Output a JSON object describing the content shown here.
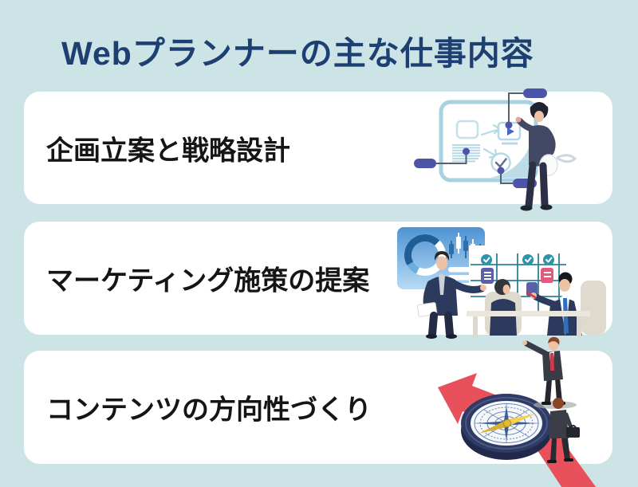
{
  "infographic": {
    "title": "Webプランナーの主な仕事内容"
  },
  "cards": [
    {
      "label": "企画立案と戦略設計",
      "illustration": "person-pointing-at-whiteboard-flowchart"
    },
    {
      "label": "マーケティング施策の提案",
      "illustration": "team-meeting-with-charts-and-task-board"
    },
    {
      "label": "コンテンツの方向性づくり",
      "illustration": "businessmen-with-compass-on-red-arrow"
    }
  ],
  "colors": {
    "background": "#cde4e6",
    "title": "#1e3f72",
    "card_bg": "#ffffff",
    "card_text": "#151515",
    "accent_indigo": "#4d55a8",
    "board_blue": "#a9d2e0",
    "panel_blue": "#4e93d4",
    "check_teal": "#2c93a8",
    "sticky_purple": "#5a5fa8",
    "sticky_pink": "#e05c7e",
    "arrow_red": "#e8505b",
    "compass_navy": "#2f3b66",
    "needle_yellow": "#e9c43c"
  }
}
